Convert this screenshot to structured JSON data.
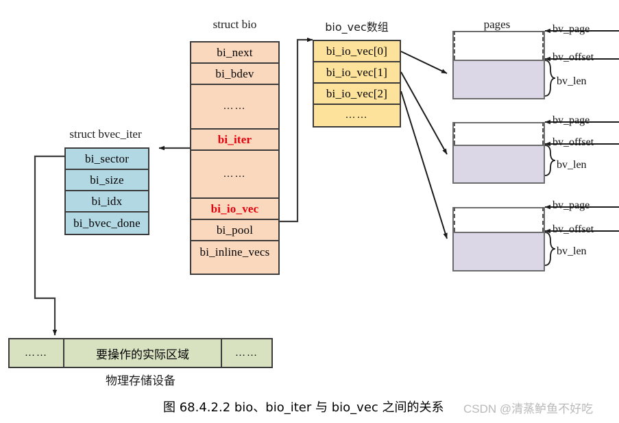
{
  "figure": {
    "caption": "图 68.4.2.2 bio、bio_iter 与 bio_vec 之间的关系",
    "watermark": "CSDN @清蒸鲈鱼不好吃"
  },
  "colors": {
    "bio_fill": "#fad8bd",
    "bvec_iter_fill": "#b2d8e4",
    "bio_vec_fill": "#fce29a",
    "page_fill": "#dcd7e6",
    "storage_fill": "#d9e2c0",
    "highlight_text": "#e8000d",
    "stroke": "#3a3a3a"
  },
  "structs": {
    "bio": {
      "title": "struct bio",
      "fields": [
        {
          "label": "bi_next",
          "highlight": false
        },
        {
          "label": "bi_bdev",
          "highlight": false
        },
        {
          "label": "……",
          "highlight": false
        },
        {
          "label": "bi_iter",
          "highlight": true
        },
        {
          "label": "……",
          "highlight": false
        },
        {
          "label": "bi_io_vec",
          "highlight": true
        },
        {
          "label": "bi_pool",
          "highlight": false
        },
        {
          "label": "bi_inline_vecs",
          "highlight": false
        }
      ]
    },
    "bvec_iter": {
      "title": "struct bvec_iter",
      "fields": [
        {
          "label": "bi_sector"
        },
        {
          "label": "bi_size"
        },
        {
          "label": "bi_idx"
        },
        {
          "label": "bi_bvec_done"
        }
      ]
    },
    "bio_vec_array": {
      "title": "bio_vec数组",
      "fields": [
        {
          "label": "bi_io_vec[0]"
        },
        {
          "label": "bi_io_vec[1]"
        },
        {
          "label": "bi_io_vec[2]"
        },
        {
          "label": "……"
        }
      ]
    }
  },
  "pages": {
    "title": "pages",
    "labels": [
      "bv_page",
      "bv_offset",
      "bv_len"
    ],
    "count": 3
  },
  "storage": {
    "caption": "物理存储设备",
    "segments": [
      "……",
      "要操作的实际区域",
      "……"
    ]
  }
}
